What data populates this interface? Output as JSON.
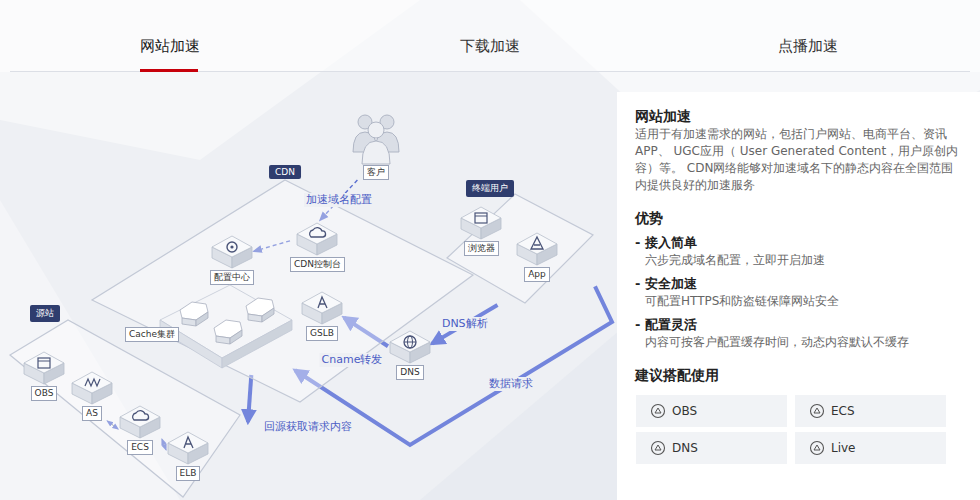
{
  "diagram": {
    "nodes": [
      {
        "text": [
          "CDN"
        ]
      },
      {
        "text": [
          "客户"
        ]
      },
      {
        "text": [
          "配置中心"
        ],
        "in": 0
      },
      {
        "text": [
          "CDN控制台"
        ],
        "in": 0
      },
      {
        "text": [
          "终端用户"
        ]
      },
      {
        "text": [
          "浏览器"
        ],
        "in": 4
      },
      {
        "text": [
          "App"
        ],
        "in": 4
      },
      {
        "text": [
          "GSLB"
        ],
        "in": 0
      },
      {
        "text": [
          "Cache集群"
        ],
        "in": 0
      },
      {
        "text": [
          "DNS"
        ]
      },
      {
        "text": [
          "源站"
        ]
      },
      {
        "text": [
          "OBS"
        ],
        "in": 10
      },
      {
        "text": [
          "AS"
        ],
        "in": 10
      },
      {
        "text": [
          "ECS"
        ],
        "in": 10
      },
      {
        "text": [
          "ELB"
        ],
        "in": 10
      },
      {
        "text": [
          "网站加速",
          "适用于有加速需求的网站，包括门户网站、电商平台、资讯APP、 UGC应用（ User Generated Content，用户原创内容）等。 CDN网络能够对加速域名下的静态内容在全国范围内提供良好的加速服务",
          "优势",
          "- 接入简单",
          "六步完成域名配置，立即开启加速",
          "- 安全加速",
          "可配置HTTPS和防盗链保障网站安全",
          "- 配置灵活",
          "内容可按客户配置缓存时间，动态内容默认不缓存",
          "建议搭配使用"
        ]
      },
      {
        "text": [
          "OBS"
        ],
        "in": 15
      },
      {
        "text": [
          "ECS"
        ],
        "in": 15
      },
      {
        "text": [
          "DNS"
        ],
        "in": 15
      },
      {
        "text": [
          "Live"
        ],
        "in": 15
      }
    ],
    "edges": [
      {
        "from": 1,
        "to": 3,
        "label": "加速域名配置",
        "arrow": "to"
      },
      {
        "from": 3,
        "to": 2,
        "arrow": "to"
      },
      {
        "from": 4,
        "to": 9,
        "label": "DNS解析",
        "arrow": "to"
      },
      {
        "from": 9,
        "to": 7,
        "label": "Cname转发",
        "arrow": "to"
      },
      {
        "from": 4,
        "to": 8,
        "label": "数据请求",
        "arrow": "to"
      },
      {
        "from": 8,
        "to": 10,
        "label": "回源获取请求内容",
        "arrow": "to"
      },
      {
        "from": 12,
        "to": 13,
        "arrow": "both"
      },
      {
        "from": 13,
        "to": 14,
        "arrow": "both"
      }
    ],
    "labels": [
      "网站加速",
      "下载加速",
      "点播加速"
    ]
  }
}
